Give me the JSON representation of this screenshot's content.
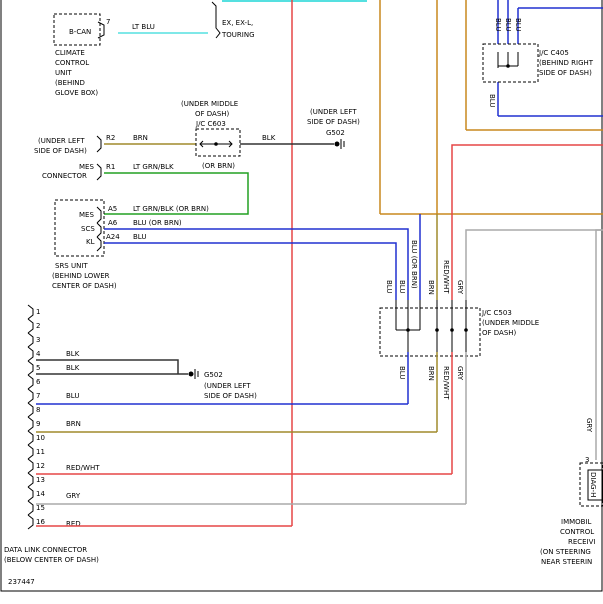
{
  "colors": {
    "cyan": "#55e0e0",
    "red": "#e64646",
    "brown": "#a08a2c",
    "green": "#22a022",
    "blue": "#2030d0",
    "black": "#333333",
    "gray": "#aaaaaa",
    "orange": "#c8881e"
  },
  "top": {
    "bcan": "B-CAN",
    "pin7": "7",
    "wire": "LT BLU",
    "trims": "EX, EX-L,",
    "trims2": "TOURING"
  },
  "climate": [
    "CLIMATE",
    "CONTROL",
    "UNIT",
    "(BEHIND",
    "GLOVE BOX)"
  ],
  "jc_c603": [
    "(UNDER MIDDLE",
    "OF DASH)",
    "J/C C603"
  ],
  "left_side_dash": [
    "(UNDER LEFT",
    "SIDE OF DASH)"
  ],
  "under_left_top": [
    "(UNDER LEFT",
    "SIDE OF DASH)"
  ],
  "g502_top": "G502",
  "r2_row": {
    "pin": "R2",
    "wire": "BRN",
    "blk": "BLK",
    "orbrn": "(OR BRN)"
  },
  "mes_row": {
    "label1": "MES",
    "label2": "CONNECTOR",
    "pin": "R1",
    "wire": "LT GRN/BLK"
  },
  "srs": {
    "pins": [
      {
        "label": "MES",
        "pin": "A5",
        "wire": "LT GRN/BLK    (OR BRN)"
      },
      {
        "label": "SCS",
        "pin": "A6",
        "wire": "BLU (OR BRN)"
      },
      {
        "label": "KL",
        "pin": "A24",
        "wire": "BLU"
      }
    ],
    "caption": [
      "SRS UNIT",
      "(BEHIND LOWER",
      "CENTER OF DASH)"
    ]
  },
  "jc_c405": {
    "wires": [
      "BLU",
      "BLU",
      "BLU"
    ],
    "bottom": "BLU",
    "label": [
      "J/C C405",
      "(BEHIND RIGHT",
      "SIDE OF DASH)"
    ]
  },
  "jc_c503": {
    "top_wires": [
      "BLU",
      "BLU",
      "BLU (OR BRN)",
      "BRN",
      "RED/WHT",
      "GRY"
    ],
    "bottom_wires": [
      "BLU",
      "BRN",
      "RED/WHT",
      "GRY"
    ],
    "label": [
      "J/C C503",
      "(UNDER MIDDLE",
      "OF DASH)"
    ]
  },
  "dlc": {
    "pins": [
      "1",
      "2",
      "3",
      "4",
      "5",
      "6",
      "7",
      "8",
      "9",
      "10",
      "11",
      "12",
      "13",
      "14",
      "15",
      "16"
    ],
    "wires": {
      "4": "BLK",
      "5": "BLK",
      "7": "BLU",
      "9": "BRN",
      "12": "RED/WHT",
      "14": "GRY",
      "16": "RED"
    },
    "caption": [
      "DATA LINK CONNECTOR",
      "(BELOW CENTER OF DASH)"
    ]
  },
  "g502_bottom": {
    "label": "G502",
    "under": [
      "(UNDER LEFT",
      "SIDE OF DASH)"
    ]
  },
  "immob": {
    "pin": "3",
    "diag": "DIAG-H",
    "gry": "GRY",
    "caption": [
      "IMMOBIL",
      "CONTROL",
      "RECEIVI",
      "(ON STEERING",
      "NEAR STEERIN"
    ]
  },
  "figure_id": "237447"
}
